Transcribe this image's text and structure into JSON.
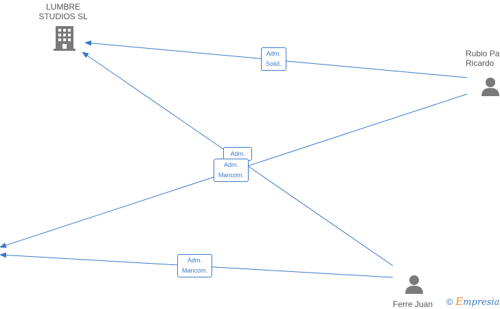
{
  "nodes": {
    "company": {
      "label": "LUMBRE\nSTUDIOS  SL",
      "icon": "building-icon"
    },
    "person_rubio": {
      "label": "Rubio Pa\nRicardo",
      "icon": "person-icon"
    },
    "person_ferre": {
      "label": "Ferre Juan",
      "icon": "person-icon"
    }
  },
  "edges": {
    "e1": {
      "label": "Adm.\nSolid."
    },
    "e2": {
      "label": "Adm."
    },
    "e3": {
      "label": "Adm.\nMancom."
    },
    "e4": {
      "label": "Adm.\nMancom."
    }
  },
  "watermark": {
    "copyright": "©",
    "brand_first": "E",
    "brand_rest": "mpresia"
  },
  "colors": {
    "edge": "#3a78c9",
    "icon": "#7a7a7a",
    "text": "#555555",
    "brand_accent": "#f08a1c"
  }
}
